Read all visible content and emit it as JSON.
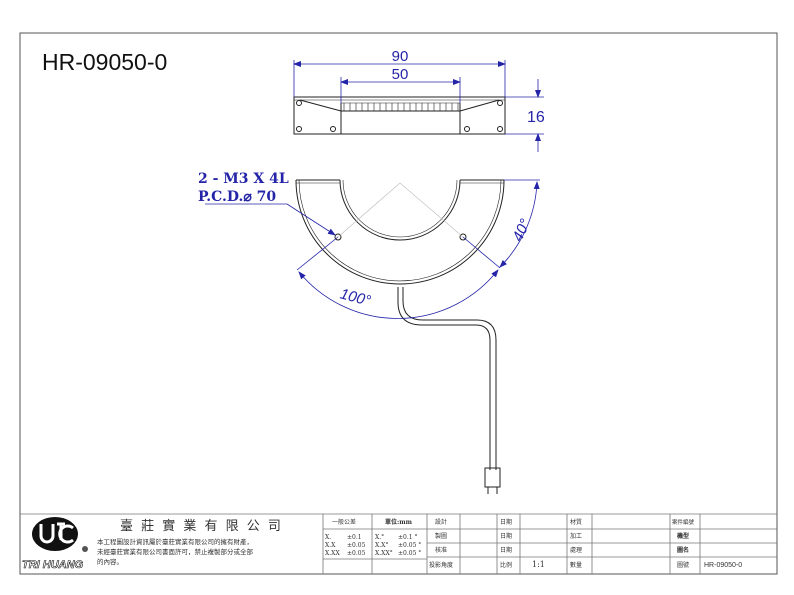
{
  "title": "HR-09050-0",
  "dimensions": {
    "width_outer": "90",
    "width_inner": "50",
    "height": "16",
    "angle_large": "100°",
    "angle_small": "40°"
  },
  "note": {
    "line1": "2 - M3 X 4L",
    "line2": "P.C.D.⌀ 70"
  },
  "title_block": {
    "logo_text": "TRI HUANG",
    "company": "臺 莊 實 業 有 限 公 司",
    "copyright_line1": "本工程圖設計資訊屬於臺莊實業有限公司的擁有財產，",
    "copyright_line2": "未經臺莊實業有限公司書面許可，禁止複製部分或全部",
    "copyright_line3": "的內容。",
    "tolerance_header": "一般公差",
    "unit_label": "單位:mm",
    "tol": [
      [
        "X.",
        "±0.1",
        "X.°",
        "±0.1 °"
      ],
      [
        "X.X",
        "±0.05",
        "X.X°",
        "±0.05 °"
      ],
      [
        "X.XX",
        "±0.05",
        "X.XX°",
        "±0.05 °"
      ]
    ],
    "design": "設計",
    "drawing": "製圖",
    "check": "核准",
    "projection": "投影角度",
    "date1": "日期",
    "date2": "日期",
    "date3": "日期",
    "scale_label": "比例",
    "scale_value": "1:1",
    "material": "材質",
    "process": "加工",
    "treatment": "處理",
    "quantity": "數量",
    "case_no": "案件編號",
    "model": "機型",
    "drawing_name": "圖名",
    "drawing_no_label": "圖號",
    "drawing_no": "HR-09050-0"
  }
}
